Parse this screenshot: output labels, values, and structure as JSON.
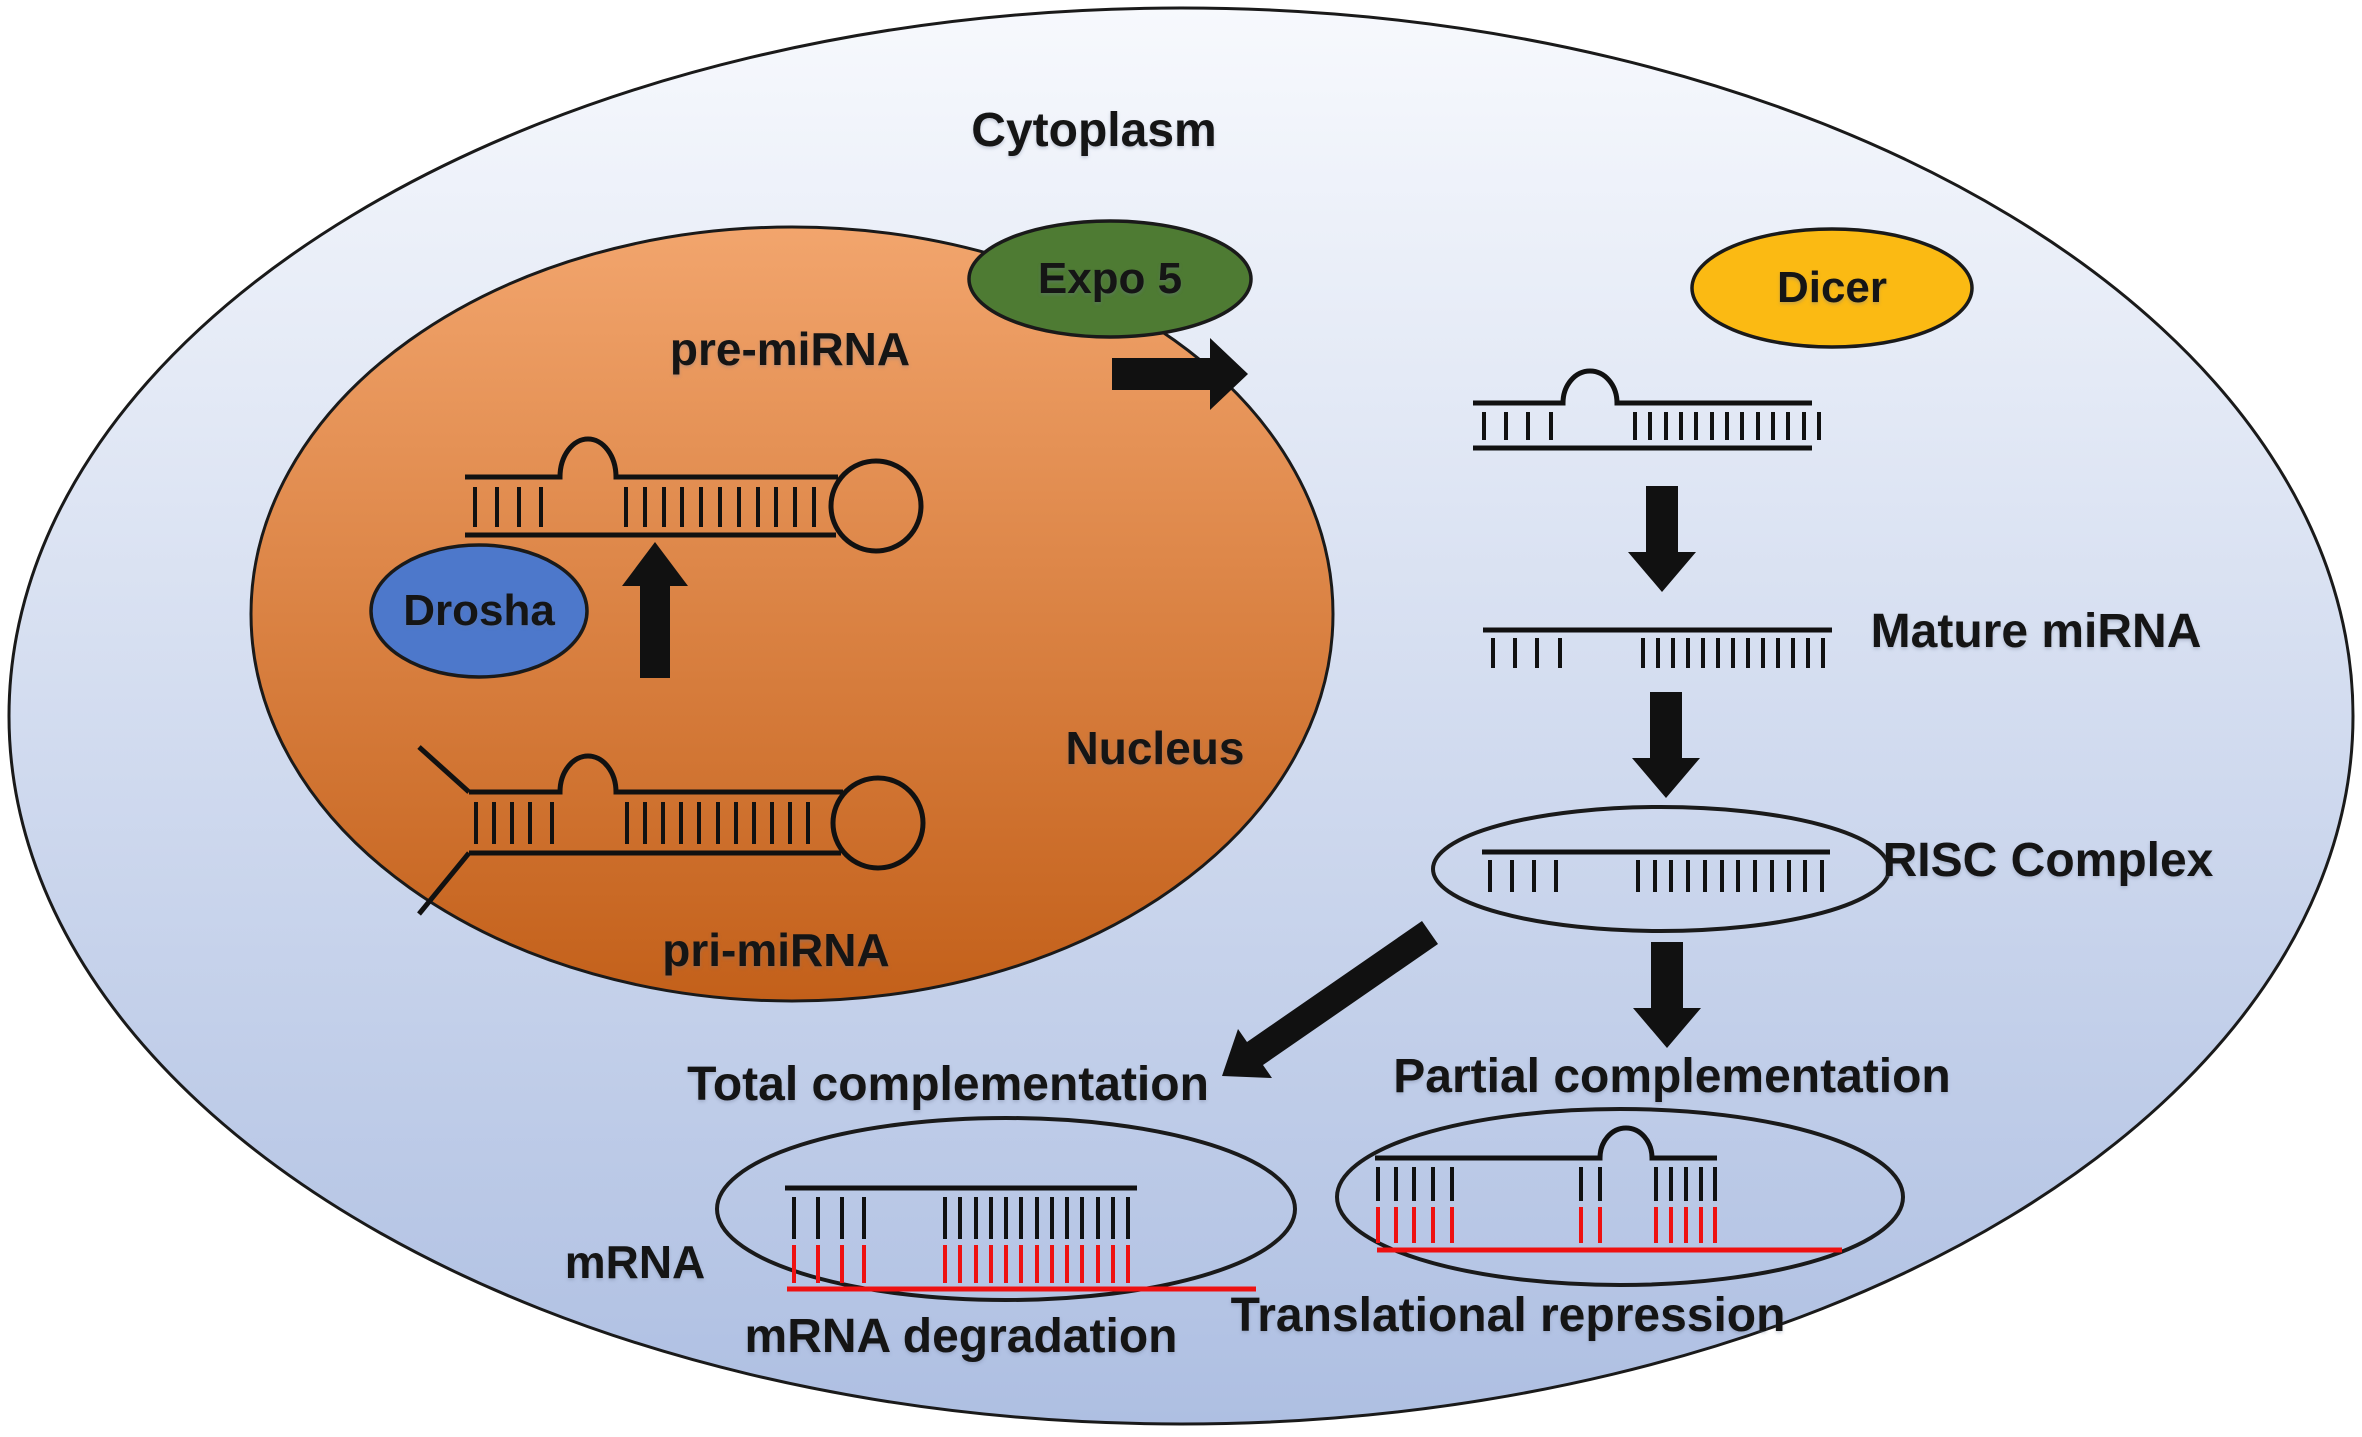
{
  "title": "miRNA biogenesis and function pathway",
  "labels": {
    "cytoplasm": "Cytoplasm",
    "nucleus": "Nucleus",
    "pre_mirna": "pre-miRNA",
    "pri_mirna": "pri-miRNA",
    "drosha": "Drosha",
    "expo5": "Expo 5",
    "dicer": "Dicer",
    "mature_mirna": "Mature miRNA",
    "risc_complex": "RISC Complex",
    "total_complementation": "Total complementation",
    "partial_complementation": "Partial complementation",
    "mrna": "mRNA",
    "mrna_degradation": "mRNA degradation",
    "translational_repression": "Translational repression"
  },
  "icons": [
    "up-arrow-icon",
    "export-right-arrow-icon",
    "down-arrow-icon-dicer",
    "down-arrow-icon-risc",
    "down-arrow-icon-partial",
    "diagonal-arrow-icon-total"
  ],
  "colors": {
    "cell_top": "#f7f9fd",
    "cell_bottom": "#aebfe2",
    "nucleus_top": "#f2a56d",
    "nucleus_bottom": "#c3601a",
    "drosha_fill": "#4d78cb",
    "expo5_fill": "#4e7b33",
    "dicer_fill": "#fbba13",
    "strand_black": "#111111",
    "mrna_red": "#ee1111",
    "outline": "#1a1a1a",
    "text": "#151515"
  }
}
